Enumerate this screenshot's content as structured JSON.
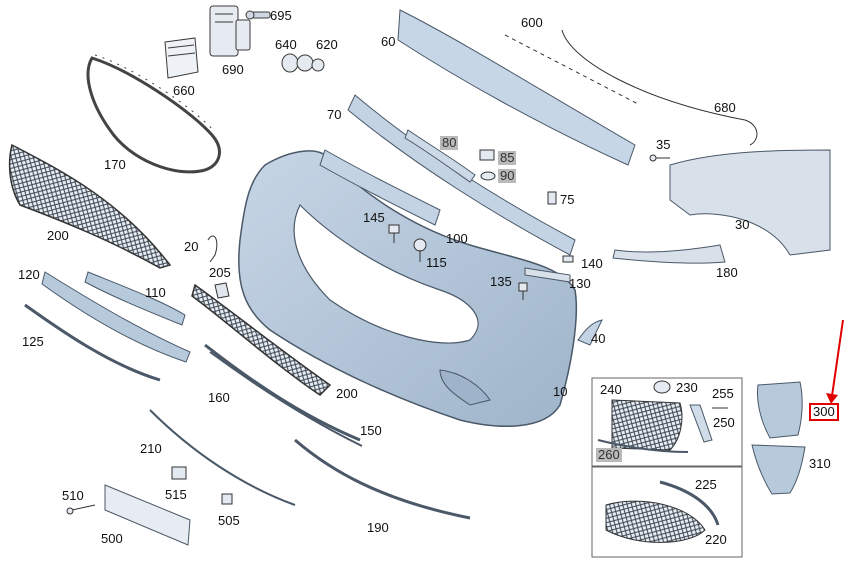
{
  "parts": [
    {
      "id": "p695",
      "text": "695"
    },
    {
      "id": "p640",
      "text": "640"
    },
    {
      "id": "p620",
      "text": "620"
    },
    {
      "id": "p690",
      "text": "690"
    },
    {
      "id": "p660",
      "text": "660"
    },
    {
      "id": "p600",
      "text": "600"
    },
    {
      "id": "p60",
      "text": "60"
    },
    {
      "id": "p680",
      "text": "680"
    },
    {
      "id": "p70",
      "text": "70"
    },
    {
      "id": "p80",
      "text": "80"
    },
    {
      "id": "p85",
      "text": "85"
    },
    {
      "id": "p90",
      "text": "90"
    },
    {
      "id": "p35",
      "text": "35"
    },
    {
      "id": "p170",
      "text": "170"
    },
    {
      "id": "p75",
      "text": "75"
    },
    {
      "id": "p30",
      "text": "30"
    },
    {
      "id": "p200a",
      "text": "200"
    },
    {
      "id": "p145",
      "text": "145"
    },
    {
      "id": "p100",
      "text": "100"
    },
    {
      "id": "p20",
      "text": "20"
    },
    {
      "id": "p115",
      "text": "115"
    },
    {
      "id": "p140",
      "text": "140"
    },
    {
      "id": "p180",
      "text": "180"
    },
    {
      "id": "p205",
      "text": "205"
    },
    {
      "id": "p120",
      "text": "120"
    },
    {
      "id": "p110",
      "text": "110"
    },
    {
      "id": "p135",
      "text": "135"
    },
    {
      "id": "p130",
      "text": "130"
    },
    {
      "id": "p125",
      "text": "125"
    },
    {
      "id": "p40",
      "text": "40"
    },
    {
      "id": "p200b",
      "text": "200"
    },
    {
      "id": "p10",
      "text": "10"
    },
    {
      "id": "p240",
      "text": "240"
    },
    {
      "id": "p230",
      "text": "230"
    },
    {
      "id": "p255",
      "text": "255"
    },
    {
      "id": "p160",
      "text": "160"
    },
    {
      "id": "p300",
      "text": "300"
    },
    {
      "id": "p250",
      "text": "250"
    },
    {
      "id": "p150",
      "text": "150"
    },
    {
      "id": "p210",
      "text": "210"
    },
    {
      "id": "p260",
      "text": "260"
    },
    {
      "id": "p310",
      "text": "310"
    },
    {
      "id": "p510",
      "text": "510"
    },
    {
      "id": "p515",
      "text": "515"
    },
    {
      "id": "p225",
      "text": "225"
    },
    {
      "id": "p505",
      "text": "505"
    },
    {
      "id": "p190",
      "text": "190"
    },
    {
      "id": "p500",
      "text": "500"
    },
    {
      "id": "p220",
      "text": "220"
    }
  ],
  "colors": {
    "part_fill": "#b4c8dc",
    "part_stroke": "#4a5868",
    "highlight_bg": "#b9b9b9",
    "callout_red": "#e00000"
  }
}
